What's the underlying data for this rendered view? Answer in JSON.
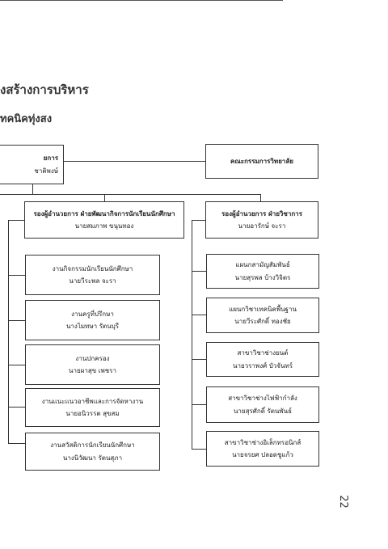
{
  "title": "งสร้างการบริหาร",
  "subtitle": "ทคนิคทุ่งสง",
  "top_left_box": {
    "line1": "ยการ",
    "line2": "ชาติพงษ์"
  },
  "committee_box": {
    "line1": "คณะกรรมการวิทยาลัย"
  },
  "deputy_student": {
    "line1": "รองผู้อำนวยการ ฝ่ายพัฒนากิจการนักเรียนนักศึกษา",
    "line2": "นายสมภาพ ขนุนทอง"
  },
  "deputy_academic": {
    "line1": "รองผู้อำนวยการ ฝ่ายวิชาการ",
    "line2": "นายอารักษ์ จะรา"
  },
  "left_units": [
    {
      "line1": "งานกิจกรรมนักเรียนนักศึกษา",
      "line2": "นายวีระพล จะรา"
    },
    {
      "line1": "งานครูที่ปรึกษา",
      "line2": "นางไมทษา รัตนบุรี"
    },
    {
      "line1": "งานปกครอง",
      "line2": "นายผาสุข เพชรา"
    },
    {
      "line1": "งานแนะแนวอาชีพและการจัดหางาน",
      "line2": "นายอนิวรรต สุขสม"
    },
    {
      "line1": "งานสวัสดิการนักเรียนนักศึกษา",
      "line2": "นางนิวัฒนา รัตนสุภา"
    }
  ],
  "right_units": [
    {
      "line1": "แผนกสามัญสัมพันธ์",
      "line2": "นายสุรพล บ้างวิจิตร"
    },
    {
      "line1": "แผนกวิชาเทคนิคพื้นฐาน",
      "line2": "นายวีระศักดิ์ ทองชัย"
    },
    {
      "line1": "สาขาวิชาช่างยนต์",
      "line2": "นายวราพงศ์ บัวจันทร์"
    },
    {
      "line1": "สาขาวิชาช่างไฟฟ้ากำลัง",
      "line2": "นายสุรศักดิ์ รัตนพันธ์"
    },
    {
      "line1": "สาขาวิชาช่างอิเล็กทรอนิกส์",
      "line2": "นายจรยศ ปลอดชูแก้ว"
    }
  ],
  "page_number": "22"
}
